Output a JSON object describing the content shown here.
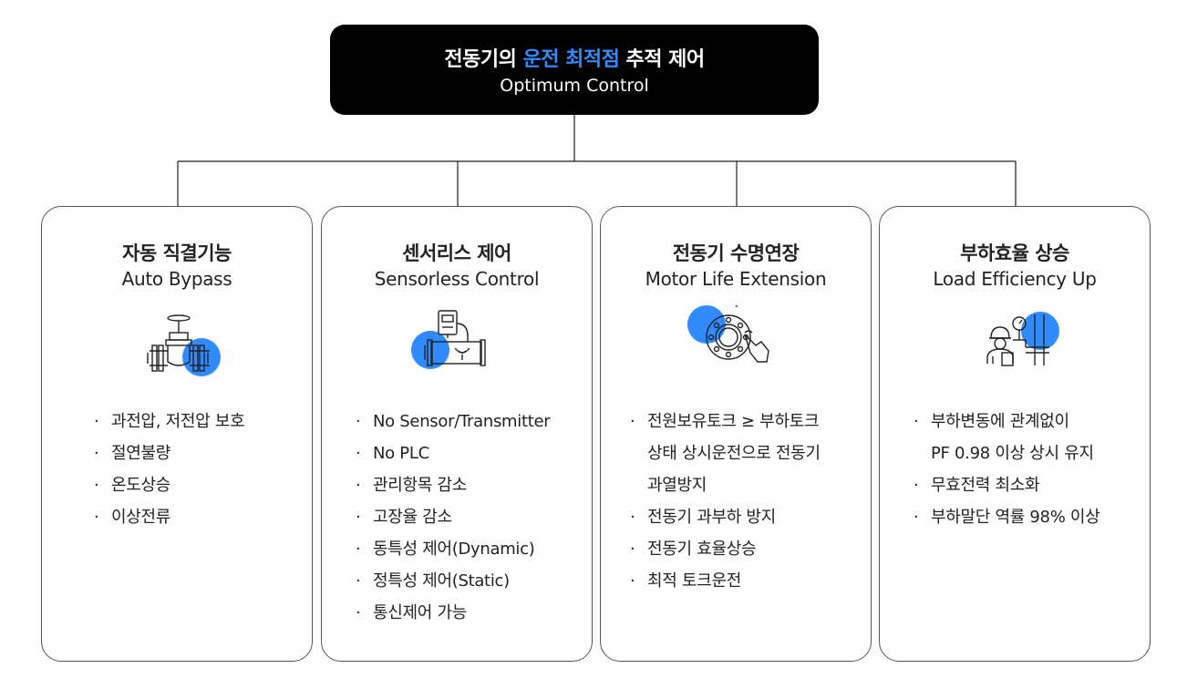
{
  "header": {
    "title_pre": "전동기의",
    "title_highlight": "운전 최적점",
    "title_post": "추적 제어",
    "subtitle": "Optimum Control"
  },
  "colors": {
    "accent": "#2f8bff",
    "header_bg": "#000000",
    "line": "#222222"
  },
  "cards": [
    {
      "title": "자동 직결기능",
      "subtitle": "Auto Bypass",
      "icon": "valve-icon",
      "bullets": [
        "과전압, 저전압 보호",
        "절연불량",
        "온도상승",
        "이상전류"
      ]
    },
    {
      "title": "센서리스 제어",
      "subtitle": "Sensorless Control",
      "icon": "flow-sensor-icon",
      "bullets": [
        "No Sensor/Transmitter",
        "No PLC",
        "관리항목 감소",
        "고장율 감소",
        "동특성 제어(Dynamic)",
        "정특성 제어(Static)",
        "통신제어 가능"
      ]
    },
    {
      "title": "전동기 수명연장",
      "subtitle": "Motor Life Extension",
      "icon": "flange-wrench-icon",
      "bullets": [
        "전원보유토크 ≥ 부하토크",
        "상태 상시운전으로 전동기",
        "과열방지",
        "전동기 과부하 방지",
        "전동기 효율상승",
        "최적 토크운전"
      ]
    },
    {
      "title": "부하효율 상승",
      "subtitle": "Load Efficiency Up",
      "icon": "worker-gauge-icon",
      "bullets": [
        "부하변동에 관계없이",
        "PF 0.98 이상 상시 유지",
        "무효전력 최소화",
        "부하말단 역률 98% 이상"
      ]
    }
  ]
}
